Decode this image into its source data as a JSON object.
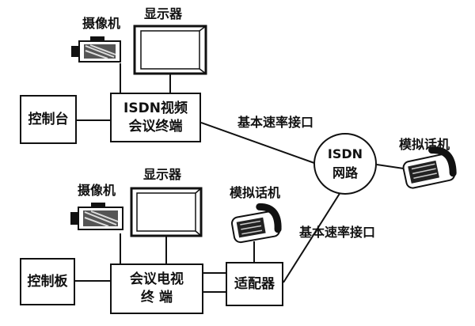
{
  "labels": {
    "camera_top": "摄像机",
    "monitor_top": "显示器",
    "camera_bottom": "摄像机",
    "monitor_bottom": "显示器",
    "phone_right": "模拟话机",
    "phone_bottom": "模拟话机",
    "link_top": "基本速率接口",
    "link_bottom": "基本速率接口"
  },
  "boxes": {
    "console_top": "控制台",
    "isdn_terminal_line1": "ISDN视频",
    "isdn_terminal_line2": "会议终端",
    "console_bottom": "控制板",
    "tv_terminal_line1": "会议电视",
    "tv_terminal_line2": "终 端",
    "adapter": "适配器"
  },
  "network": {
    "line1": "ISDN",
    "line2": "网路"
  },
  "icons": [
    "camera-icon",
    "monitor-icon",
    "telephone-icon"
  ]
}
